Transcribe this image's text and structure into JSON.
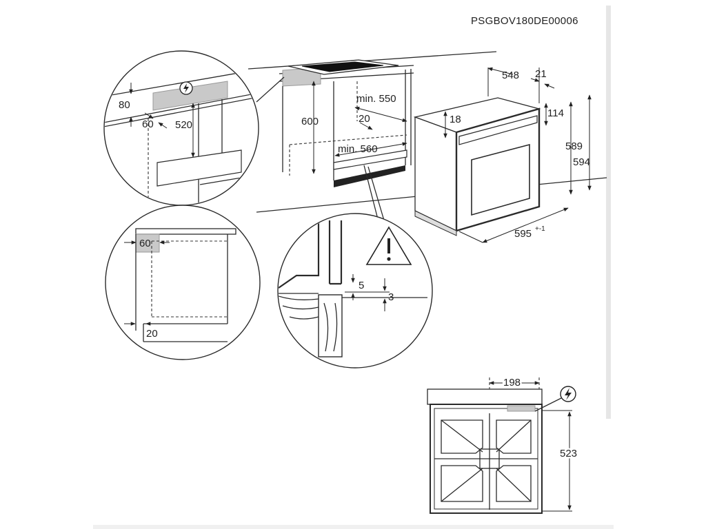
{
  "drawing": {
    "code": "PSGBOV180DE00006"
  },
  "dimensions": {
    "d548": "548",
    "d21": "21",
    "d114": "114",
    "d18": "18",
    "d589": "589",
    "d594": "594",
    "d595": "595",
    "d595_tol": "+-1",
    "d600": "600",
    "min550": "min. 550",
    "min560": "min. 560",
    "d20a": "20",
    "d80": "80",
    "d60a": "60",
    "d520": "520",
    "d60b": "60",
    "d20b": "20",
    "d5": "5",
    "d3": "3",
    "d198": "198",
    "d523": "523"
  },
  "icons": {
    "electric": "electric-connection-icon",
    "warning": "warning-triangle-icon"
  },
  "colors": {
    "line": "#2a2a2a",
    "highlight": "#c9c9c9"
  }
}
